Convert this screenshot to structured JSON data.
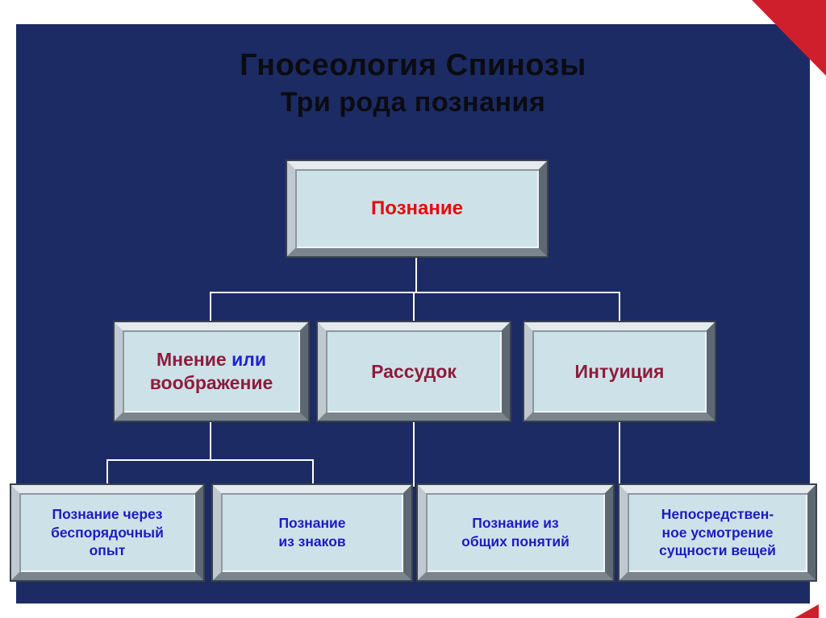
{
  "slide": {
    "title": {
      "line1": "Гносеология Спинозы",
      "line2": "Три рода познания"
    }
  },
  "diagram": {
    "root": {
      "label": "Познание"
    },
    "level2": {
      "opinion": {
        "word1": "Мнение",
        "word2": "или",
        "line2": "воображение"
      },
      "reason": {
        "label": "Рассудок"
      },
      "intuition": {
        "label": "Интуиция"
      }
    },
    "level3": {
      "box1": {
        "lines": [
          "Познание через",
          "беспорядочный",
          "опыт"
        ]
      },
      "box2": {
        "lines": [
          "Познание",
          "из знаков"
        ]
      },
      "box3": {
        "lines": [
          "Познание из",
          "общих понятий"
        ]
      },
      "box4": {
        "lines": [
          "Непосредствен-",
          "ное усмотрение",
          "сущности вещей"
        ]
      }
    }
  },
  "colors": {
    "panel_bg": "#1c2b63",
    "box_fill": "#cde2e8",
    "accent_red": "#cf1f2d",
    "root_text": "#e20d0d",
    "level2_text": "#8e1c3c",
    "conjunction_text": "#2222cc",
    "level3_text": "#1c1cc0",
    "connector": "#ffffff",
    "title_text": "#0b0b12"
  }
}
